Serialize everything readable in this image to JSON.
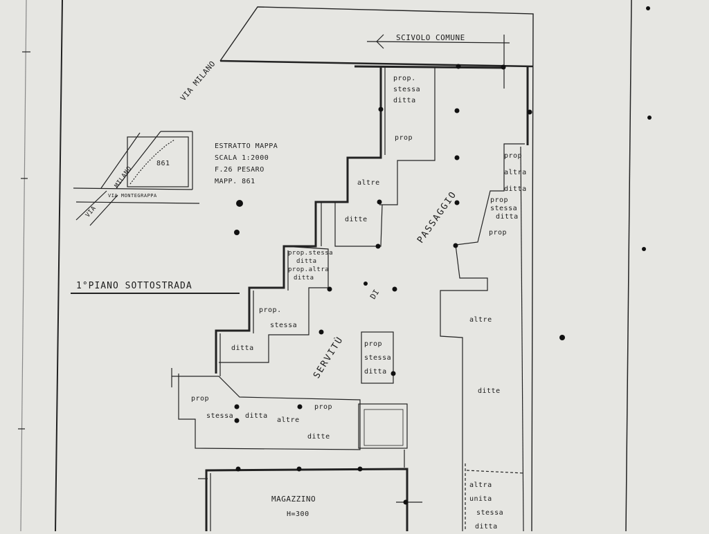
{
  "header": {
    "scivolo": "SCIVOLO COMUNE"
  },
  "street": {
    "via_milano": "VIA MILANO"
  },
  "map_inset": {
    "milano": "MILANO",
    "via": "VIA",
    "monte": "VIA MONTEGRAPPA",
    "parcel": "861",
    "extract": [
      "ESTRATTO MAPPA",
      "SCALA 1:2000",
      "F.26 PESARO",
      "MAPP. 861"
    ]
  },
  "floor_title": "1°PIANO SOTTOSTRADA",
  "passages": {
    "passaggio": "PASSAGGIO",
    "servitu": "SERVITÙ",
    "di": "DI"
  },
  "rooms": {
    "r1": [
      "prop.",
      "stessa",
      "ditta"
    ],
    "r1b": "prop",
    "r2": "altre",
    "r3": "ditte",
    "r4": [
      "prop.stessa",
      "ditta",
      "prop.altra",
      "ditta"
    ],
    "r5": [
      "prop.",
      "stessa"
    ],
    "r5b": "ditta",
    "r6": [
      "prop",
      "stessa",
      "ditta"
    ],
    "r7a": "prop",
    "r7b": "stessa",
    "r7c": "ditta",
    "r7d": "altre",
    "r7e": "prop",
    "r7f": "ditte",
    "r8": [
      "prop",
      "altra",
      "ditta"
    ],
    "r9": [
      "prop",
      "stessa",
      "ditta"
    ],
    "r9b": "prop",
    "r10a": "altre",
    "r10b": "ditte",
    "r11": [
      "altra",
      "unita",
      "stessa",
      "ditta"
    ]
  },
  "magazzino": {
    "name": "MAGAZZINO",
    "height": "H=300"
  },
  "colors": {
    "paper": "#e6e6e2",
    "ink": "#1a1a1a"
  }
}
